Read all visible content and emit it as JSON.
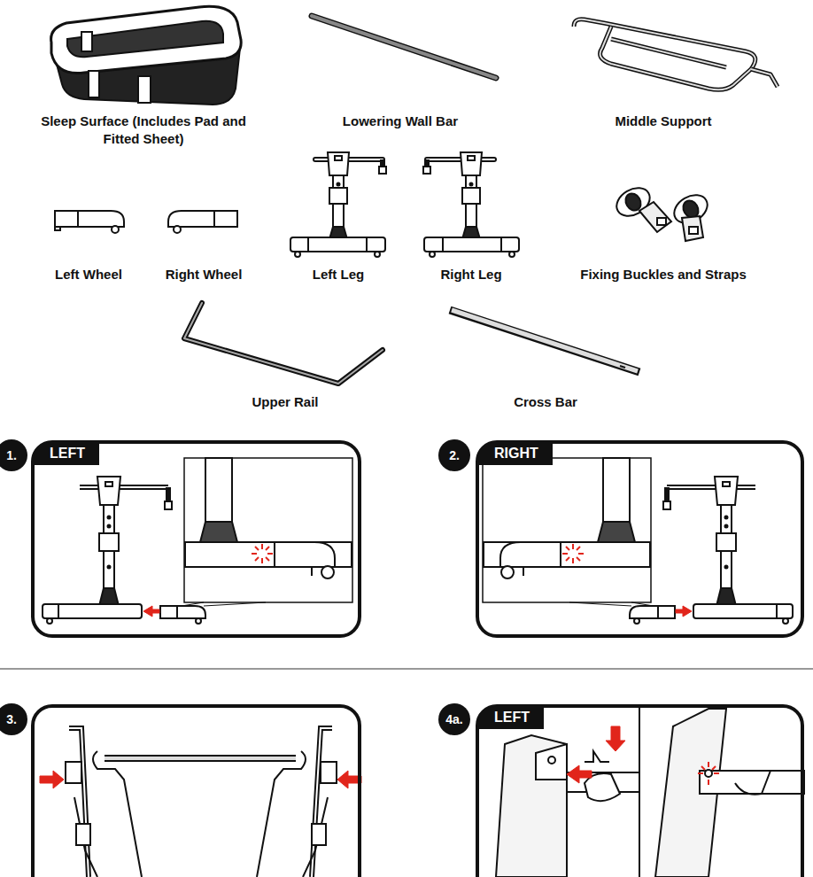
{
  "diagram": {
    "nodes": [
      {
        "text": [
          "1.",
          "LEFT"
        ]
      },
      {
        "text": [
          "2.",
          "RIGHT"
        ]
      },
      {
        "text": [
          "3."
        ]
      },
      {
        "text": [
          "4a.",
          "LEFT"
        ]
      }
    ],
    "labels": [
      "Sleep Surface (Includes Pad and Fitted Sheet)",
      "Lowering Wall Bar",
      "Middle Support",
      "Left Wheel",
      "Right Wheel",
      "Left Leg",
      "Right Leg",
      "Fixing Buckles and Straps",
      "Upper Rail",
      "Cross Bar"
    ]
  }
}
